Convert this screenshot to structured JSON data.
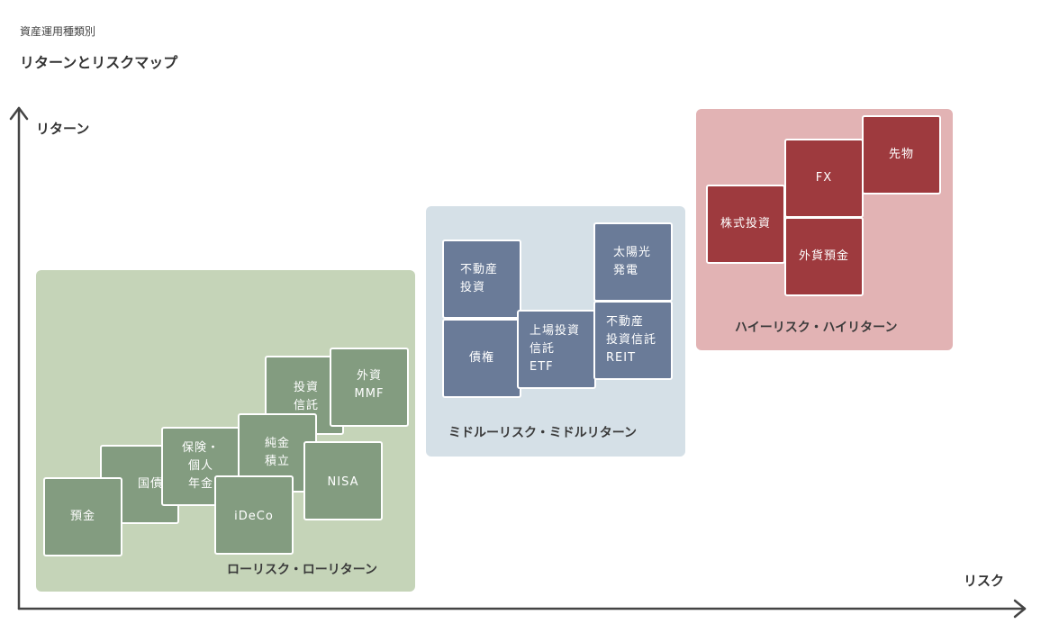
{
  "header": {
    "subtitle": "資産運用種類別",
    "title": "リターンとリスクマップ"
  },
  "axes": {
    "y_label": "リターン",
    "x_label": "リスク"
  },
  "colors": {
    "low_bg": "#c5d4b8",
    "low_tile": "#839c80",
    "mid_bg": "#d5e0e7",
    "mid_tile": "#6a7b98",
    "high_bg": "#e2b3b4",
    "high_tile": "#9e3a3e",
    "axis": "#444444"
  },
  "zones": {
    "low": {
      "label": "ローリスク・ローリターン",
      "items": [
        "国債",
        "預金",
        "保険・\n個人\n年金",
        "投資\n信託",
        "外資\nMMF",
        "純金\n積立",
        "NISA",
        "iDeCo"
      ]
    },
    "mid": {
      "label": "ミドルーリスク・ミドルリターン",
      "items": [
        "不動産\n投資",
        "債権",
        "上場投資\n信託\nETF",
        "太陽光\n発電",
        "不動産\n投資信託\nREIT"
      ]
    },
    "high": {
      "label": "ハイーリスク・ハイリターン",
      "items": [
        "株式投資",
        "FX",
        "先物",
        "外貨預金"
      ]
    }
  }
}
